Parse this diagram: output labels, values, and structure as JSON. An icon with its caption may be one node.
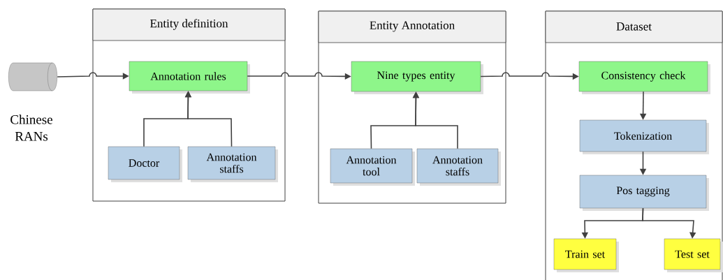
{
  "diagram": {
    "nodes": [
      {
        "text": [],
        "shape": "cylinder",
        "beside": [
          "Chinese RANs"
        ]
      },
      {
        "text": [
          "Entity definition"
        ]
      },
      {
        "text": [
          "Annotation rules"
        ],
        "in": 1
      },
      {
        "text": [
          "Doctor"
        ],
        "in": 1
      },
      {
        "text": [
          "Annotation staffs"
        ],
        "in": 1
      },
      {
        "text": [
          "Entity Annotation"
        ]
      },
      {
        "text": [
          "Nine types entity"
        ],
        "in": 5
      },
      {
        "text": [
          "Annotation tool"
        ],
        "in": 5
      },
      {
        "text": [
          "Annotation staffs"
        ],
        "in": 5
      },
      {
        "text": [
          "Dataset"
        ]
      },
      {
        "text": [
          "Consistency check"
        ],
        "in": 9
      },
      {
        "text": [
          "Tokenization"
        ],
        "in": 9
      },
      {
        "text": [
          "Pos tagging"
        ],
        "in": 9
      },
      {
        "text": [
          "Train set"
        ],
        "in": 9
      },
      {
        "text": [
          "Test set"
        ],
        "in": 9
      }
    ],
    "edges": [
      {
        "from": 0,
        "to": 2,
        "arrow": "to"
      },
      {
        "from": 2,
        "to": 6,
        "arrow": "to"
      },
      {
        "from": 6,
        "to": 10,
        "arrow": "to"
      },
      {
        "from": 3,
        "to": 2,
        "arrow": "to"
      },
      {
        "from": 4,
        "to": 2,
        "arrow": "to"
      },
      {
        "from": 7,
        "to": 6,
        "arrow": "to"
      },
      {
        "from": 8,
        "to": 6,
        "arrow": "to"
      },
      {
        "from": 10,
        "to": 11,
        "arrow": "to"
      },
      {
        "from": 11,
        "to": 12,
        "arrow": "to"
      },
      {
        "from": 12,
        "to": 13,
        "arrow": "to"
      },
      {
        "from": 12,
        "to": 14,
        "arrow": "to"
      }
    ]
  }
}
